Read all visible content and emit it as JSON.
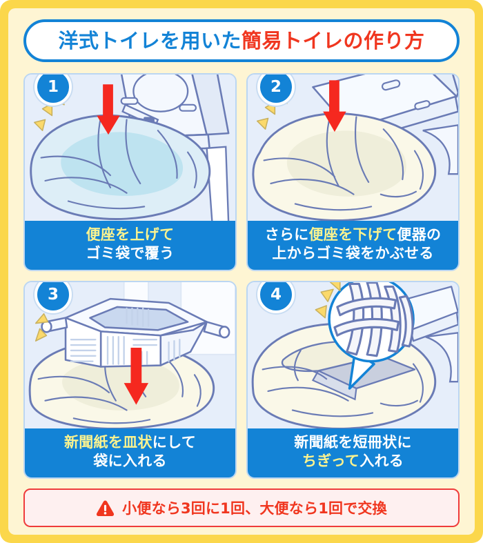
{
  "poster": {
    "title": {
      "segment_blue": "洋式トイレを用いた",
      "segment_red": "簡易トイレの作り方"
    },
    "colors": {
      "frame_yellow": "#FBD74B",
      "background_cream": "#FEF5D3",
      "accent_blue": "#1383D6",
      "accent_red": "#F0361F",
      "highlight_yellow": "#FBF38F",
      "panel_bg": "#EAF1FB",
      "arrow_red": "#F5281F",
      "sparkle_yellow": "#FBD96B",
      "line_blue": "#6A7BB5"
    },
    "steps": [
      {
        "number": "1",
        "caption_line1_highlight": "便座を上げて",
        "caption_line1_plain": "",
        "caption_line2_plain": "ゴミ袋で覆う",
        "illustration": "toilet-with-seat-up-covered-by-blue-garbage-bag",
        "icons": [
          "down-arrow-icon",
          "sparkle-icon"
        ]
      },
      {
        "number": "2",
        "caption_line1_prefix": "さらに",
        "caption_line1_highlight": "便座を下げて",
        "caption_line1_suffix": "便器の",
        "caption_line2_plain": "上からゴミ袋をかぶせる",
        "illustration": "toilet-with-seat-down-second-garbage-bag-over-bowl",
        "icons": [
          "down-arrow-icon",
          "sparkle-icon"
        ]
      },
      {
        "number": "3",
        "caption_line1_highlight": "新聞紙を皿状",
        "caption_line1_suffix": "にして",
        "caption_line2_plain": "袋に入れる",
        "illustration": "newspaper-folded-into-tray-above-bag",
        "icons": [
          "down-arrow-icon",
          "sparkle-icon"
        ]
      },
      {
        "number": "4",
        "caption_line1_plain": "新聞紙を短冊状に",
        "caption_line2_highlight": "ちぎって",
        "caption_line2_suffix": "入れる",
        "illustration": "torn-newspaper-strips-in-callout-bubble-over-bag",
        "icons": [
          "callout-bubble-icon",
          "sparkle-icon"
        ]
      }
    ],
    "note": {
      "icon": "warning-triangle-icon",
      "text": "小便なら3回に1回、大便なら1回で交換"
    }
  }
}
